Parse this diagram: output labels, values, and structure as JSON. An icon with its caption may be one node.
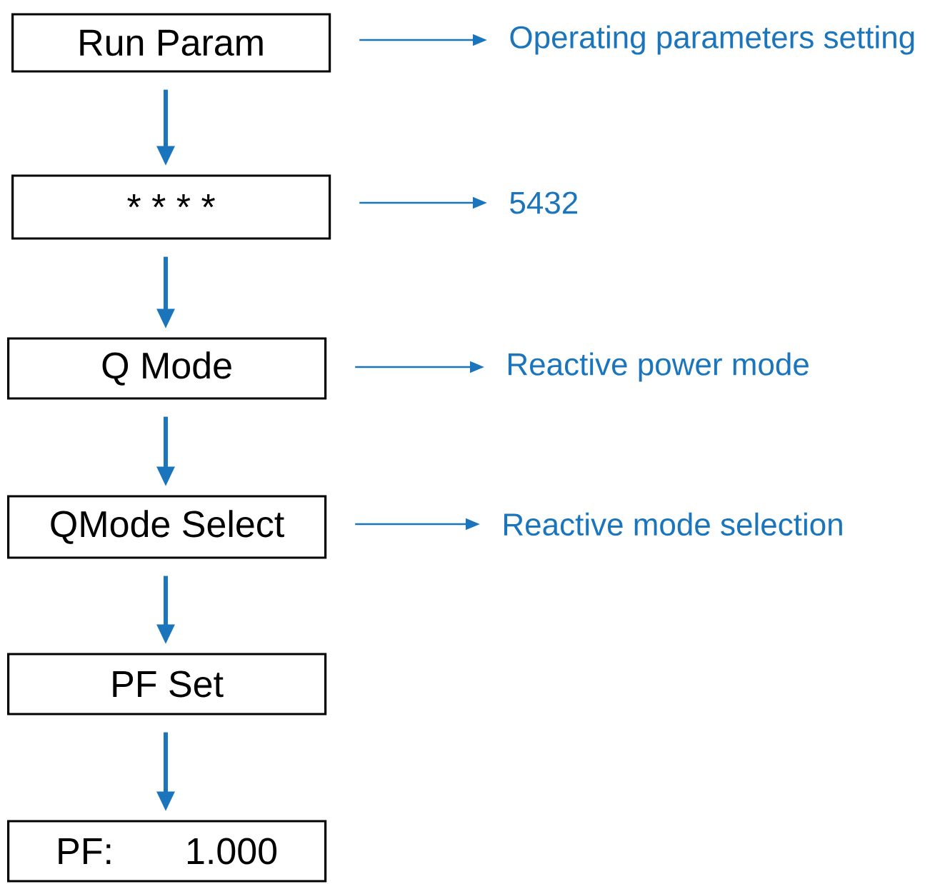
{
  "diagram": {
    "nodes": [
      {
        "text": [
          "Run Param"
        ]
      },
      {
        "text": [
          "* * * *"
        ]
      },
      {
        "text": [
          "Q Mode"
        ]
      },
      {
        "text": [
          "QMode Select"
        ]
      },
      {
        "text": [
          "PF Set"
        ]
      },
      {
        "text": [
          "PF:",
          "1.000"
        ]
      },
      {
        "text": [
          "Operating parameters setting"
        ]
      },
      {
        "text": [
          "5432"
        ]
      },
      {
        "text": [
          "Reactive power mode"
        ]
      },
      {
        "text": [
          "Reactive mode selection"
        ]
      }
    ],
    "edges": [
      {
        "from": 0,
        "to": 1,
        "arrow": "to"
      },
      {
        "from": 1,
        "to": 2,
        "arrow": "to"
      },
      {
        "from": 2,
        "to": 3,
        "arrow": "to"
      },
      {
        "from": 3,
        "to": 4,
        "arrow": "to"
      },
      {
        "from": 4,
        "to": 5,
        "arrow": "to"
      },
      {
        "from": 0,
        "to": 6,
        "arrow": "to"
      },
      {
        "from": 1,
        "to": 7,
        "arrow": "to"
      },
      {
        "from": 2,
        "to": 8,
        "arrow": "to"
      },
      {
        "from": 3,
        "to": 9,
        "arrow": "to"
      }
    ]
  }
}
